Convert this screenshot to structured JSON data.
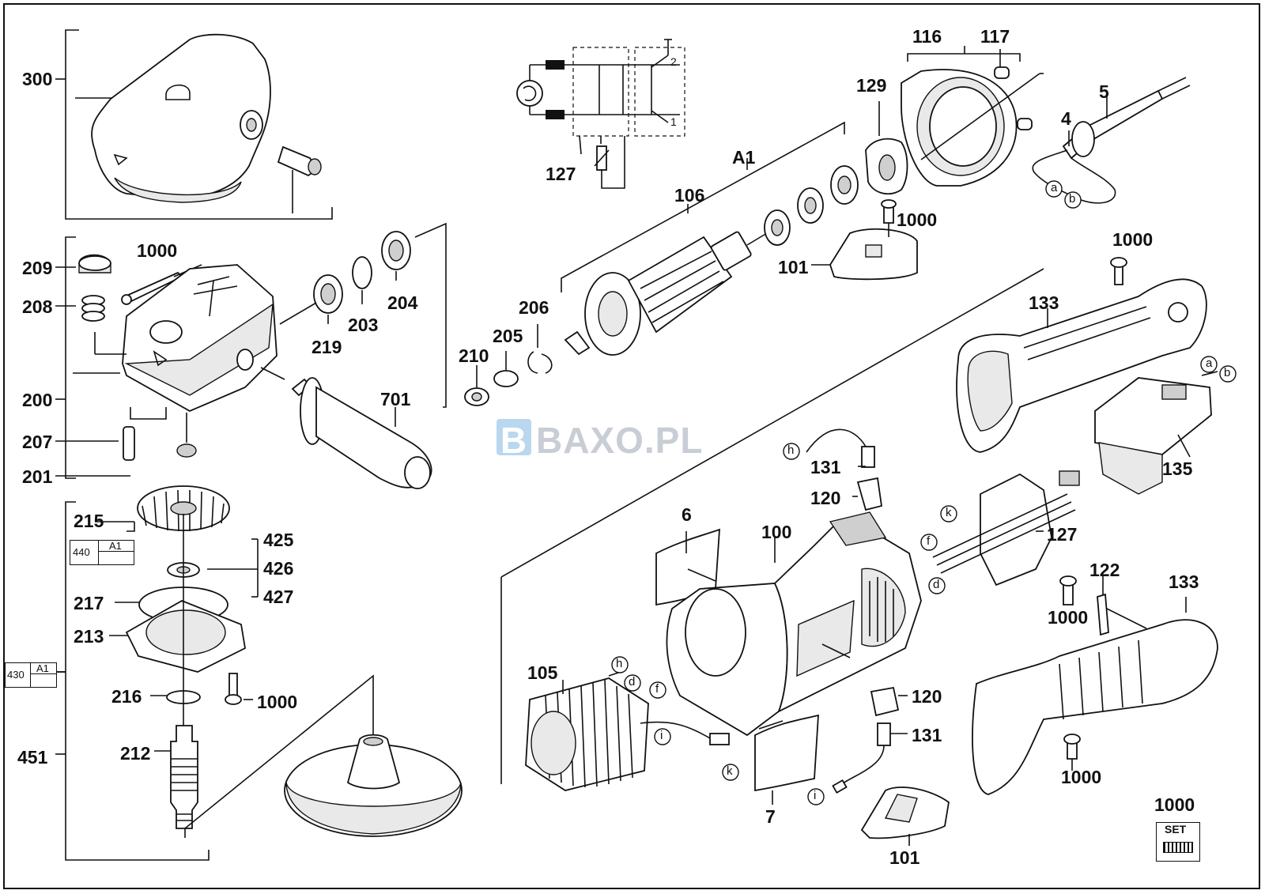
{
  "watermark": "BAXO.PL",
  "watermark_logo": "B",
  "labels": {
    "l300": "300",
    "l209": "209",
    "l208": "208",
    "l1000a": "1000",
    "l200": "200",
    "l207": "207",
    "l201": "201",
    "l219": "219",
    "l203": "203",
    "l204": "204",
    "l701": "701",
    "l210": "210",
    "l205": "205",
    "l206": "206",
    "l106": "106",
    "lA1": "A1",
    "l127a": "127",
    "l129": "129",
    "l116": "116",
    "l117": "117",
    "l1000b": "1000",
    "l101a": "101",
    "l4": "4",
    "l5": "5",
    "l1000c": "1000",
    "l133a": "133",
    "l135": "135",
    "l131a": "131",
    "l120a": "120",
    "l127b": "127",
    "l215": "215",
    "l425": "425",
    "l426": "426",
    "l427": "427",
    "l217": "217",
    "l213": "213",
    "l216": "216",
    "l1000d": "1000",
    "l212": "212",
    "l451": "451",
    "l6": "6",
    "l100": "100",
    "l105": "105",
    "l7": "7",
    "l120b": "120",
    "l131b": "131",
    "l101b": "101",
    "l122": "122",
    "l1000e": "1000",
    "l133b": "133",
    "l1000f": "1000",
    "l1000g": "1000"
  },
  "boxes": {
    "b440": "440",
    "b440A1": "A1",
    "b430": "430",
    "b430A1": "A1",
    "set": "SET"
  },
  "callouts": {
    "a1": "a",
    "b1": "b",
    "a2": "a",
    "b2": "b",
    "h1": "h",
    "f1": "f",
    "k1": "k",
    "d1": "d",
    "h2": "h",
    "d2": "d",
    "f2": "f",
    "i1": "i",
    "k2": "k",
    "i2": "i"
  },
  "schematic": {
    "switch_top": "2",
    "switch_bottom": "1"
  },
  "icons": [
    "screw-icon",
    "set-icon"
  ]
}
